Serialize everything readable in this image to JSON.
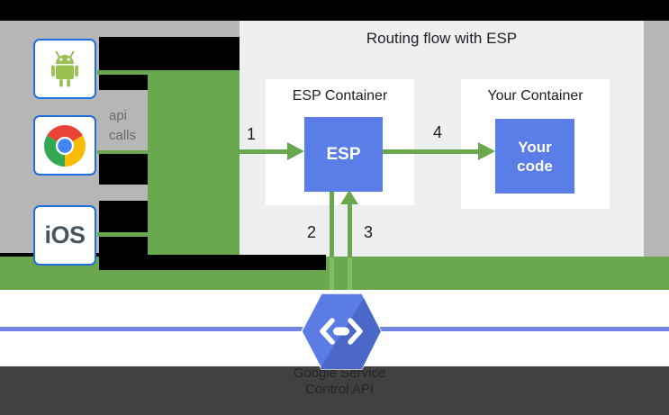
{
  "title": "Routing flow with ESP",
  "clients": {
    "ios_label": "iOS",
    "request_line1": "api",
    "request_line2": "calls"
  },
  "esp_container": {
    "title": "ESP Container",
    "box_label": "ESP"
  },
  "your_container": {
    "title": "Your Container",
    "box_line1": "Your",
    "box_line2": "code"
  },
  "steps": {
    "one": "1",
    "two": "2",
    "three": "3",
    "four": "4"
  },
  "service": {
    "line1": "Google Service",
    "line2": "Control API"
  },
  "icons": {
    "android": "android-robot-icon",
    "chrome": "chrome-browser-icon",
    "endpoints": "cloud-endpoints-hexagon-icon",
    "code_glyph": "code-brackets-icon"
  },
  "colors": {
    "flow_green": "#6aa84f",
    "box_blue": "#5b7de8",
    "line_blue": "#7286e2",
    "border_blue": "#1f6fe0",
    "footer_gray": "#414141",
    "panel_gray": "#eeeff1",
    "background_gray": "#b6b6b6"
  }
}
